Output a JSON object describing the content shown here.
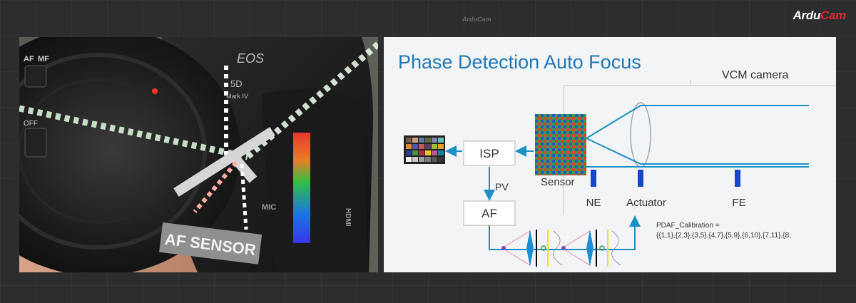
{
  "brand": {
    "name_part1": "Ardu",
    "name_part2": "Cam",
    "watermark": "ArduCam",
    "accent_color": "#e3262c"
  },
  "photo": {
    "label": "AF SENSOR",
    "camera_marks": [
      "EOS",
      "5D",
      "Mark IV",
      "AF",
      "MF",
      "OFF",
      "MIC",
      "HDMI"
    ]
  },
  "slide": {
    "title": "Phase Detection Auto Focus",
    "vcm_label": "VCM camera",
    "blocks": {
      "isp": "ISP",
      "af": "AF"
    },
    "pv_label": "PV",
    "sensor_label": "Sensor",
    "markers": {
      "ne": "NE",
      "actuator": "Actuator",
      "fe": "FE"
    },
    "calibration": {
      "line1": "PDAF_Calibration =",
      "line2": "{{1,1},{2,3},{3,5},{4,7},{5,9},{6,10},{7,11},{8,"
    },
    "colors": {
      "title": "#1f77b8",
      "lines": "#1a91c5",
      "marker": "#1846c8"
    }
  }
}
